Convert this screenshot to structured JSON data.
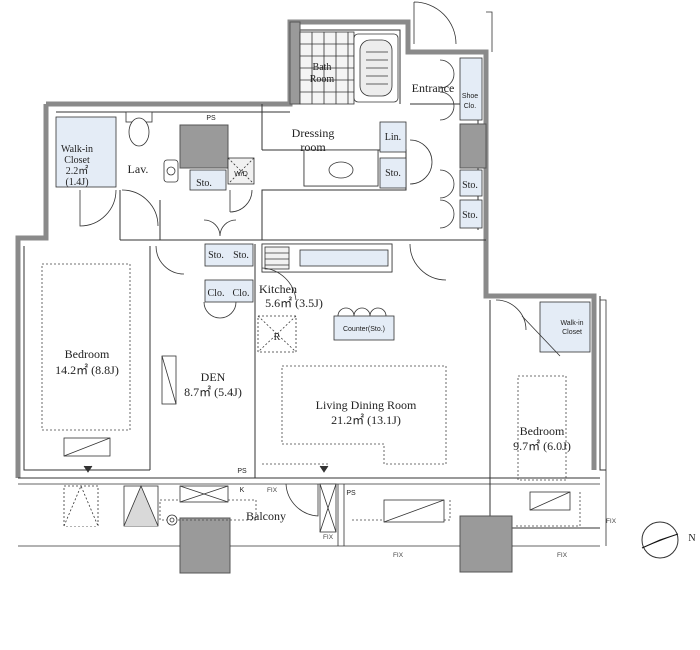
{
  "rooms": {
    "bath": [
      "Bath",
      "Room"
    ],
    "entrance": "Entrance",
    "shoe_closet": [
      "Shoe",
      "Clo."
    ],
    "walkin_closet_left": [
      "Walk-in",
      "Closet",
      "2.2㎡",
      "(1.4J)"
    ],
    "lavatory": "Lav.",
    "dressing": [
      "Dressing",
      "room"
    ],
    "linen": "Lin.",
    "storage": "Sto.",
    "washer": "W/D",
    "kitchen": [
      "Kitchen",
      "5.6㎡ (3.5J)"
    ],
    "counter": "Counter(Sto.)",
    "refrigerator": "R",
    "bedroom_main": [
      "Bedroom",
      "14.2㎡ (8.8J)"
    ],
    "den": [
      "DEN",
      "8.7㎡ (5.4J)"
    ],
    "closet": "Clo.",
    "living_dining": [
      "Living Dining Room",
      "21.2㎡ (13.1J)"
    ],
    "bedroom_small": [
      "Bedroom",
      "9.7㎡ (6.0J)"
    ],
    "walkin_closet_right": [
      "Walk-in",
      "Closet"
    ],
    "balcony": "Balcony"
  },
  "marks": {
    "pipe_space": "PS",
    "key": "K",
    "fixed_window": "FIX"
  },
  "compass": {
    "direction": "N"
  },
  "colors": {
    "wall": "#8a8a8a",
    "closet_fill": "#e4ecf6",
    "line": "#333333",
    "column": "#9a9a9a"
  }
}
